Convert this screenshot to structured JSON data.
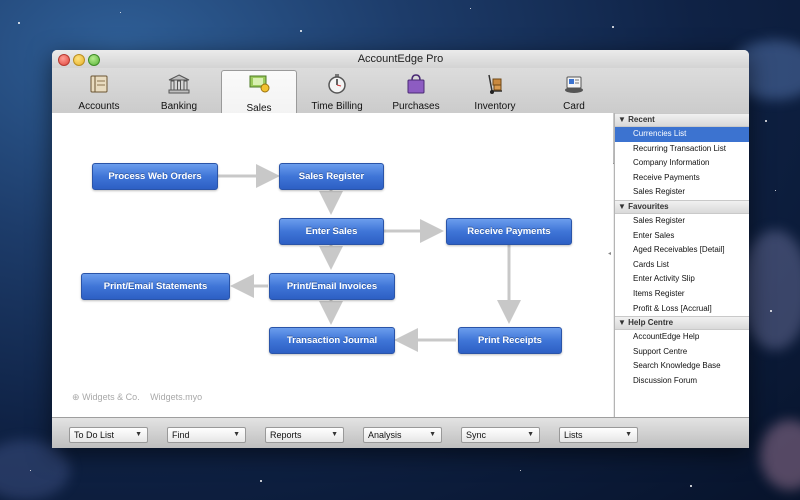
{
  "window": {
    "title": "AccountEdge Pro"
  },
  "tabs": [
    {
      "label": "Accounts",
      "icon": "ledger-book-icon"
    },
    {
      "label": "Banking",
      "icon": "bank-building-icon"
    },
    {
      "label": "Sales",
      "icon": "sales-register-icon",
      "active": true
    },
    {
      "label": "Time Billing",
      "icon": "stopwatch-icon"
    },
    {
      "label": "Purchases",
      "icon": "shopping-bag-icon"
    },
    {
      "label": "Inventory",
      "icon": "hand-truck-icon"
    },
    {
      "label": "Card",
      "icon": "rolodex-card-icon"
    }
  ],
  "flow": {
    "process_web_orders": "Process Web Orders",
    "sales_register": "Sales Register",
    "enter_sales": "Enter Sales",
    "receive_payments": "Receive Payments",
    "print_email_statements": "Print/Email Statements",
    "print_email_invoices": "Print/Email Invoices",
    "transaction_journal": "Transaction Journal",
    "print_receipts": "Print Receipts"
  },
  "company": {
    "name": "Widgets & Co.",
    "file": "Widgets.myo"
  },
  "sidebar": {
    "recent": {
      "header": "Recent",
      "items": [
        "Currencies List",
        "Recurring Transaction List",
        "Company Information",
        "Receive Payments",
        "Sales Register"
      ],
      "selected": "Currencies List"
    },
    "favourites": {
      "header": "Favourites",
      "items": [
        "Sales Register",
        "Enter Sales",
        "Aged Receivables [Detail]",
        "Cards List",
        "Enter Activity Slip",
        "Items Register",
        "Profit & Loss [Accrual]"
      ]
    },
    "help": {
      "header": "Help Centre",
      "items": [
        "AccountEdge Help",
        "Support Centre",
        "Search Knowledge Base",
        "Discussion Forum"
      ]
    }
  },
  "bottom_menus": [
    "To Do List",
    "Find",
    "Reports",
    "Analysis",
    "Sync",
    "Lists"
  ],
  "colors": {
    "accent": "#3c73d0",
    "flow_button": "#3f75d7",
    "arrow": "#c8c8c8"
  }
}
